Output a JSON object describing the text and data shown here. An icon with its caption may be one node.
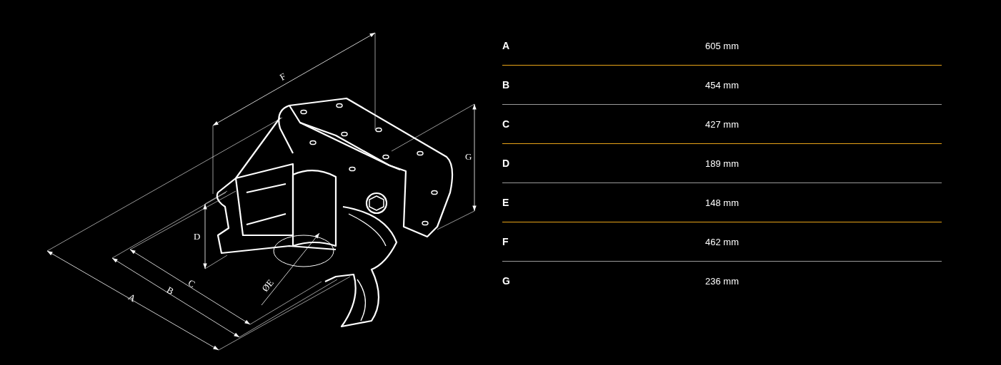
{
  "diagram": {
    "labels": [
      "F",
      "G",
      "D",
      "C",
      "B",
      "A",
      "ØE",
      "A",
      "605 mm",
      "B",
      "454 mm",
      "C",
      "427 mm",
      "D",
      "189 mm",
      "E",
      "148 mm",
      "F",
      "462 mm",
      "G",
      "236 mm"
    ]
  }
}
